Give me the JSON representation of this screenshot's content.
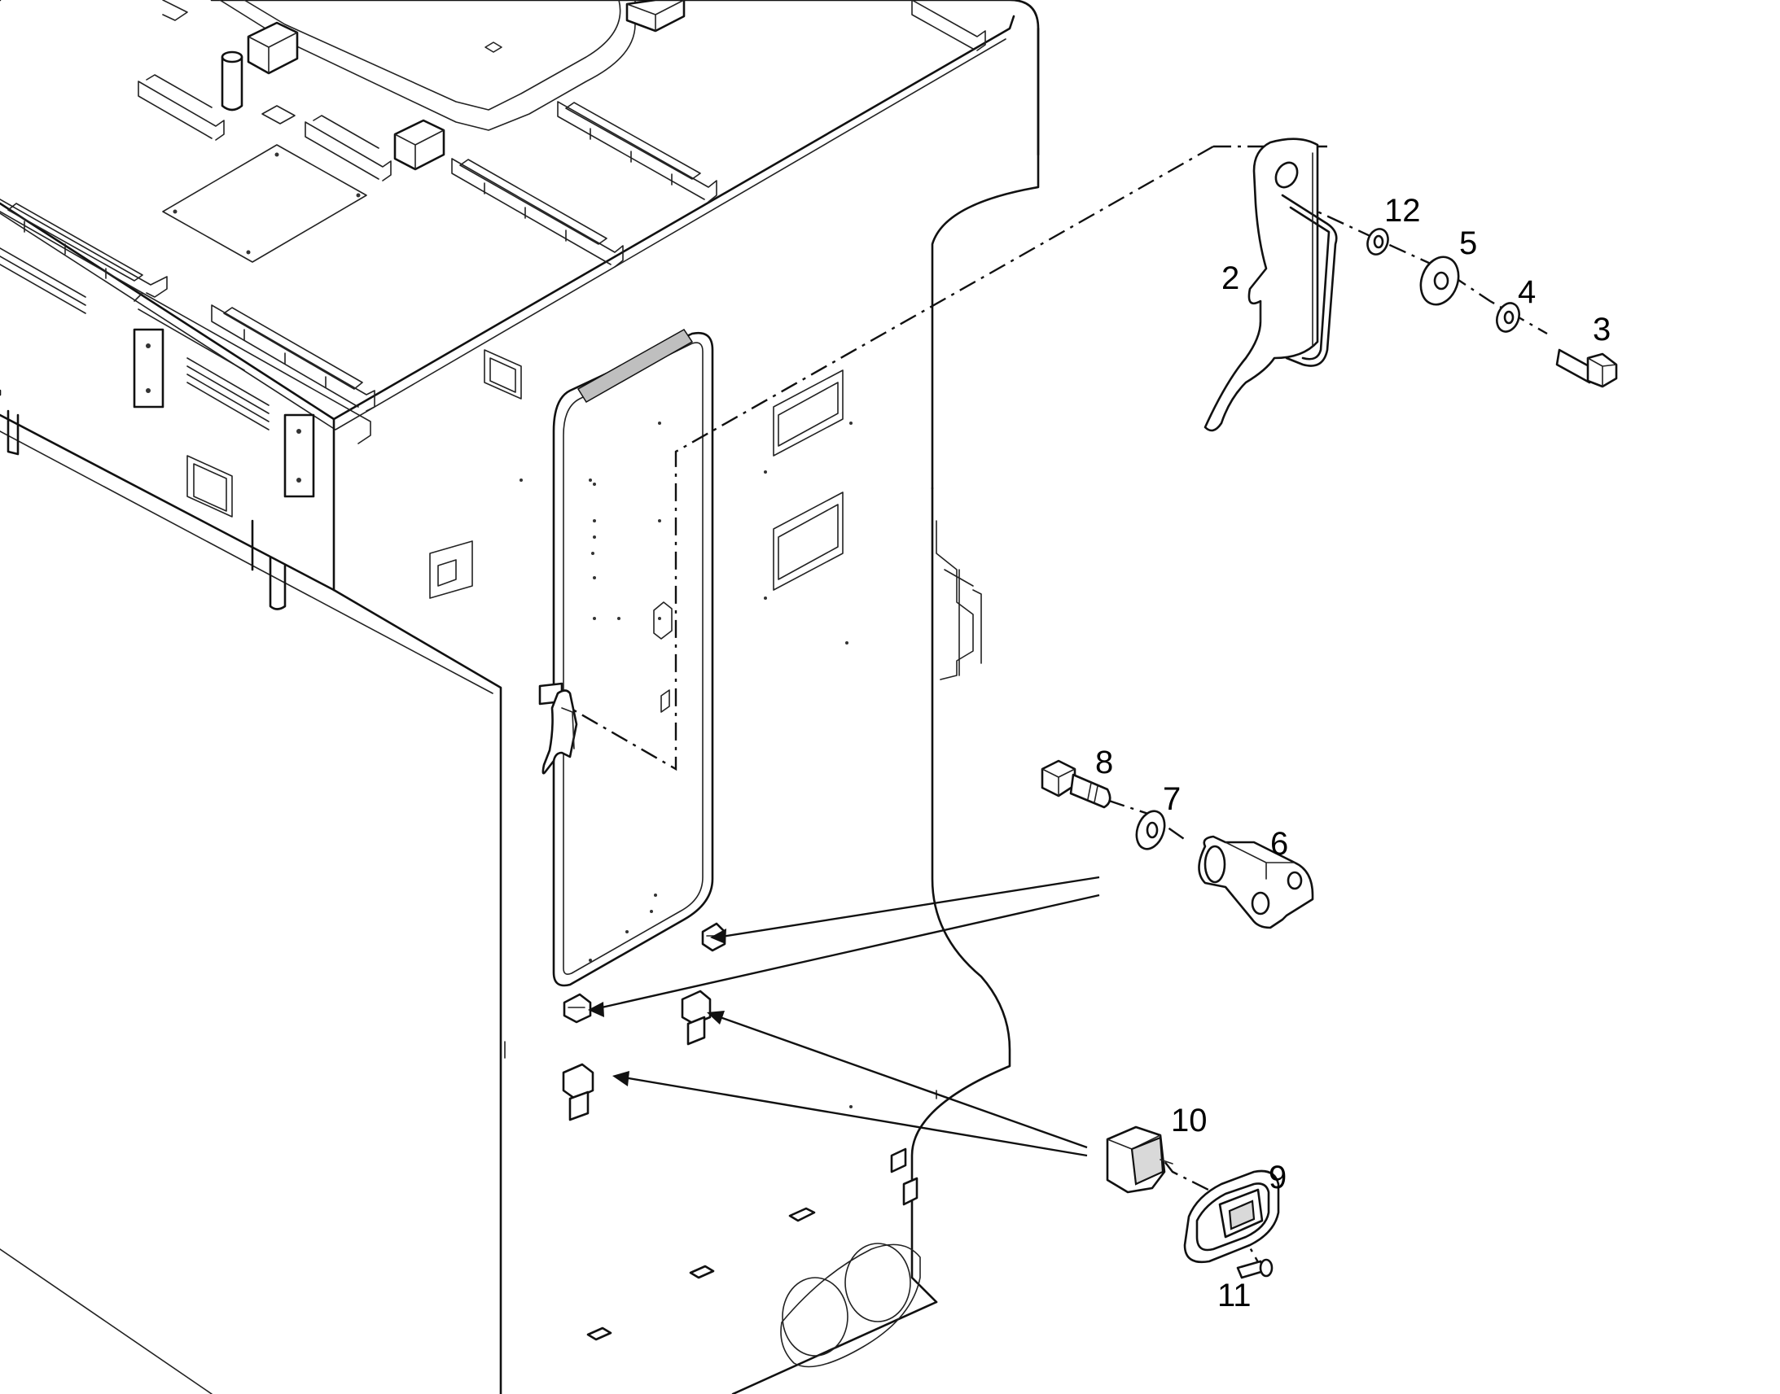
{
  "figure": {
    "callouts": [
      {
        "id": "2",
        "label": "2",
        "part": "latch-bracket"
      },
      {
        "id": "3",
        "label": "3",
        "part": "bolt"
      },
      {
        "id": "4",
        "label": "4",
        "part": "lock-washer"
      },
      {
        "id": "5",
        "label": "5",
        "part": "flat-washer"
      },
      {
        "id": "6",
        "label": "6",
        "part": "clevis"
      },
      {
        "id": "7",
        "label": "7",
        "part": "washer"
      },
      {
        "id": "8",
        "label": "8",
        "part": "hex-bolt"
      },
      {
        "id": "9",
        "label": "9",
        "part": "bezel-plate"
      },
      {
        "id": "10",
        "label": "10",
        "part": "bushing"
      },
      {
        "id": "11",
        "label": "11",
        "part": "screw"
      },
      {
        "id": "12",
        "label": "12",
        "part": "lock-washer"
      }
    ]
  },
  "colors": {
    "line": "#111111",
    "background": "#ffffff",
    "shade": "#d9d9d9"
  }
}
